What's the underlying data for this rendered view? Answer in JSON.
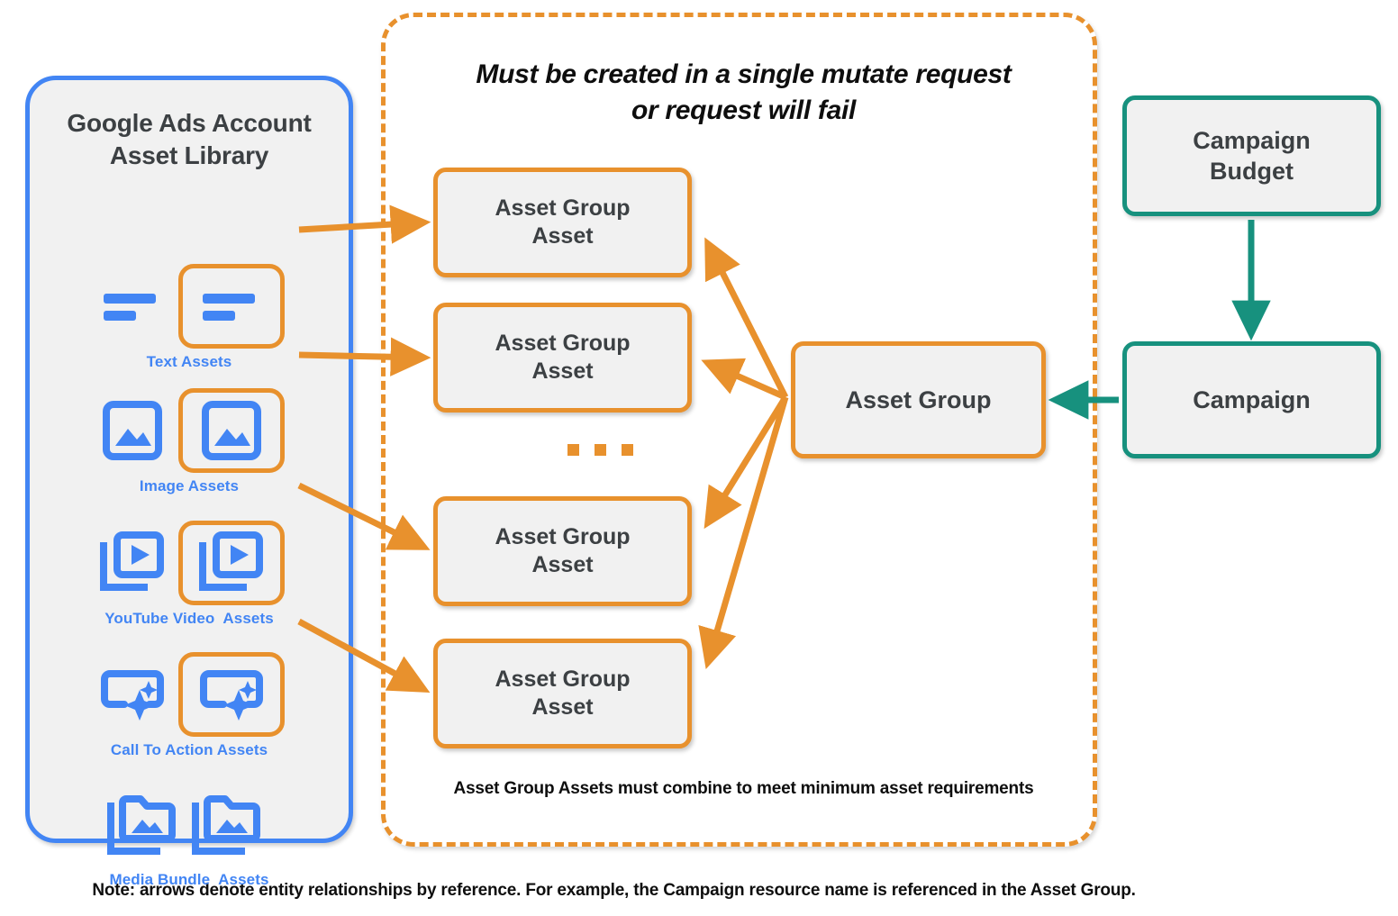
{
  "colors": {
    "orange": "#E8912D",
    "blue": "#4285F4",
    "teal": "#17917E",
    "box_fill": "#F1F1F1",
    "text_dark": "#3C4043"
  },
  "sidebar": {
    "title_line1": "Google Ads Account",
    "title_line2": "Asset Library",
    "items": [
      {
        "label": "Text Assets",
        "icon": "text-asset-icon"
      },
      {
        "label": "Image Assets",
        "icon": "image-asset-icon"
      },
      {
        "label": "YouTube Video  Assets",
        "icon": "video-asset-icon"
      },
      {
        "label": "Call To Action Assets",
        "icon": "call-to-action-asset-icon"
      },
      {
        "label": "Media Bundle  Assets",
        "icon": "media-bundle-asset-icon"
      }
    ]
  },
  "mutate_zone": {
    "header_line1": "Must be created in a single mutate request",
    "header_line2": "or request will fail",
    "footer": "Asset Group Assets must combine to meet minimum asset requirements",
    "ellipsis": "...",
    "asset_group_assets": [
      {
        "line1": "Asset Group",
        "line2": "Asset"
      },
      {
        "line1": "Asset Group",
        "line2": "Asset"
      },
      {
        "line1": "Asset Group",
        "line2": "Asset"
      },
      {
        "line1": "Asset Group",
        "line2": "Asset"
      }
    ]
  },
  "nodes": {
    "asset_group": "Asset Group",
    "campaign_budget_line1": "Campaign",
    "campaign_budget_line2": "Budget",
    "campaign": "Campaign"
  },
  "page_note": "Note: arrows denote entity relationships by reference. For example, the Campaign resource name is referenced in the Asset Group."
}
